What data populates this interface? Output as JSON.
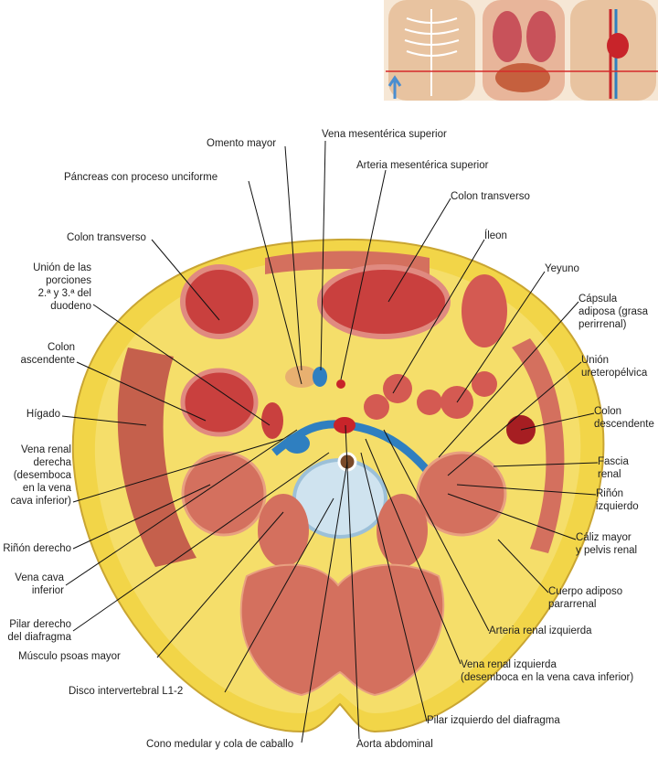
{
  "inset": {
    "description_icons": [
      "skeleton-torso",
      "organs-torso",
      "vessels-torso"
    ],
    "section_line_color": "#d62a2a",
    "arrow": "up-arrow"
  },
  "colors": {
    "fat": "#f2d548",
    "muscle": "#d4705e",
    "skin": "#f0c77a",
    "vessel_blue": "#2f7fc0",
    "artery_red": "#c8242a",
    "disc": "#cfe3ef"
  },
  "labels": [
    "Omento mayor",
    "Vena mesentérica superior",
    "Páncreas con proceso unciforme",
    "Arteria mesentérica superior",
    "Colon transverso",
    "Colon transverso",
    "Íleon",
    "Unión de las\nporciones\n2.ª y 3.ª del\nduodeno",
    "Yeyuno",
    "Cápsula\nadiposa (grasa\nperirrenal)",
    "Colon\nascendente",
    "Unión\nureteropélvica",
    "Hígado",
    "Colon\ndescendente",
    "Vena renal\nderecha\n(desemboca\nen la vena\ncava inferior)",
    "Fascia\nrenal",
    "Riñón\nizquierdo",
    "Riñón derecho",
    "Cáliz mayor\ny pelvis renal",
    "Vena cava\ninferior",
    "Cuerpo adiposo\npararrenal",
    "Pilar derecho\ndel diafragma",
    "Arteria renal izquierda",
    "Músculo psoas mayor",
    "Vena renal izquierda\n(desemboca en la vena cava inferior)",
    "Disco intervertebral L1-2",
    "Pilar izquierdo del diafragma",
    "Cono medular y cola de caballo",
    "Aorta abdominal"
  ]
}
